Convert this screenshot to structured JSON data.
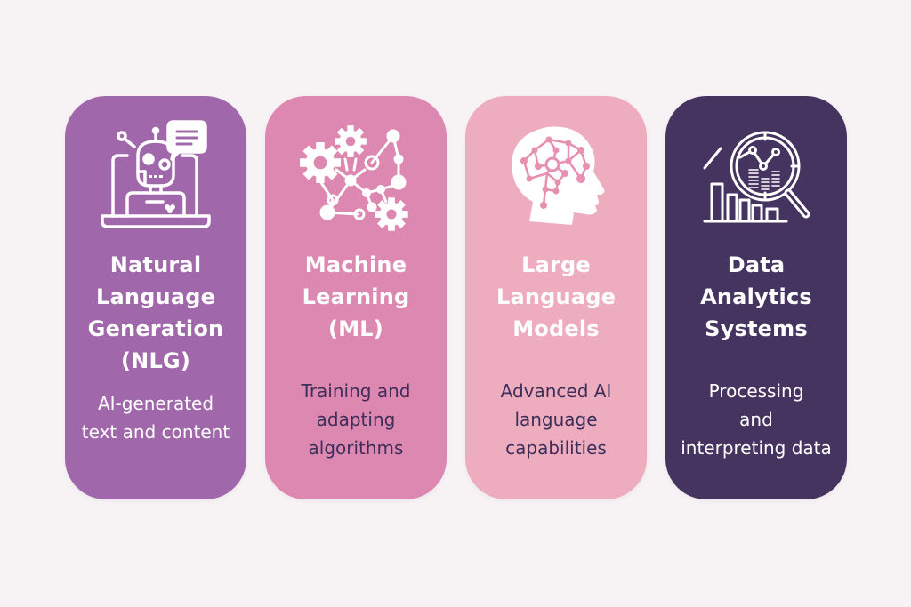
{
  "page": {
    "background": "#f7f3f5"
  },
  "cards": [
    {
      "id": "nlg",
      "icon": "robot-laptop-chat-icon",
      "color": "#a067ab",
      "title_lines": [
        "Natural",
        "Language",
        "Generation",
        "(NLG)"
      ],
      "desc_lines": [
        "AI-generated",
        "text and content"
      ]
    },
    {
      "id": "ml",
      "icon": "gears-network-icon",
      "color": "#dd88b0",
      "title_lines": [
        "Machine",
        "Learning",
        "(ML)"
      ],
      "desc_lines": [
        "Training and",
        "adapting",
        "algorithms"
      ]
    },
    {
      "id": "llm",
      "icon": "head-neural-network-icon",
      "color": "#eeadbf",
      "title_lines": [
        "Large",
        "Language",
        "Models"
      ],
      "desc_lines": [
        "Advanced AI",
        "language",
        "capabilities"
      ]
    },
    {
      "id": "das",
      "icon": "bar-chart-magnifier-icon",
      "color": "#463460",
      "title_lines": [
        "Data",
        "Analytics",
        "Systems"
      ],
      "desc_lines": [
        "Processing",
        "and",
        "interpreting data"
      ]
    }
  ]
}
